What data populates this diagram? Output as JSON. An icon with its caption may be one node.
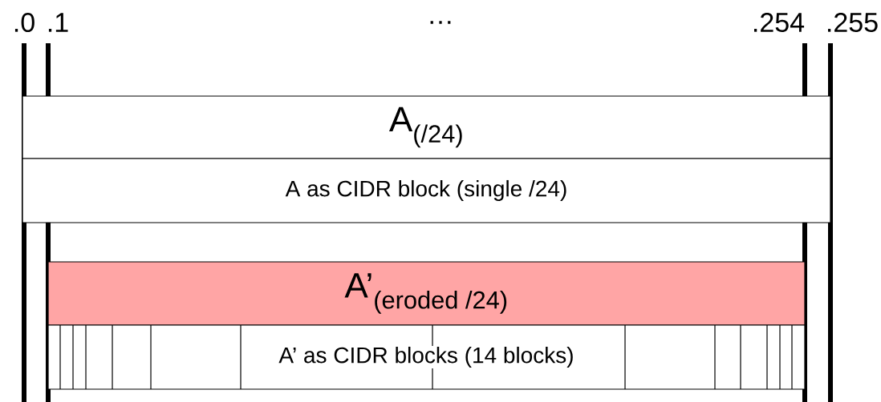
{
  "diagram": {
    "nodes": [
      {
        "text": [
          "A$_{(/24)}$"
        ]
      },
      {
        "text": [
          "A as CIDR block (single /24)"
        ]
      },
      {
        "text": [
          "A’$_{(eroded /24)}$"
        ]
      },
      {
        "text": [
          "A’ as CIDR blocks (14 blocks)"
        ]
      }
    ],
    "labels": [
      ".0",
      ".1",
      "…",
      ".254",
      ".255"
    ]
  }
}
